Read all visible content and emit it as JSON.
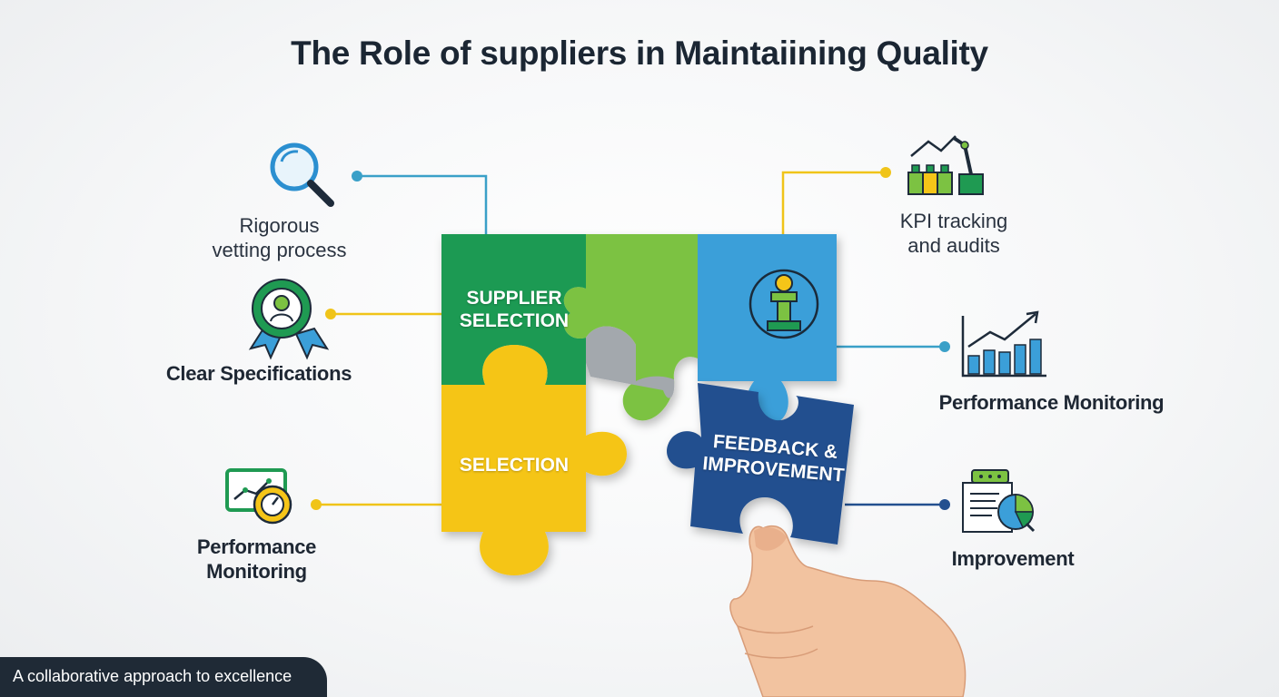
{
  "title": "The Role of suppliers in Maintaiining Quality",
  "left_items": [
    {
      "label": "Rigorous\nvetting process",
      "icon": "magnifier-icon"
    },
    {
      "label": "Clear Specifications",
      "icon": "badge-ribbon-icon"
    },
    {
      "label": "Performance\nMonitoring",
      "icon": "monitor-gauge-icon"
    }
  ],
  "right_items": [
    {
      "label": "KPI tracking\nand audits",
      "icon": "factory-robot-icon"
    },
    {
      "label": "Performance Monitoring",
      "icon": "growth-chart-icon"
    },
    {
      "label": "Improvement",
      "icon": "report-chart-icon"
    }
  ],
  "puzzle": {
    "green_piece": "SUPPLIER\nSELECTION",
    "yellow_piece": "SELECTION",
    "navy_piece": "FEEDBACK &\nIMPROVEMENT",
    "blue_piece_icon": "trophy-icon"
  },
  "footer": "A collaborative approach to excellence",
  "colors": {
    "green": "#1f9a52",
    "light_green": "#7cc242",
    "blue": "#3b9fd9",
    "yellow": "#f5c518",
    "navy": "#23508f",
    "gray": "#9aa0a6"
  }
}
